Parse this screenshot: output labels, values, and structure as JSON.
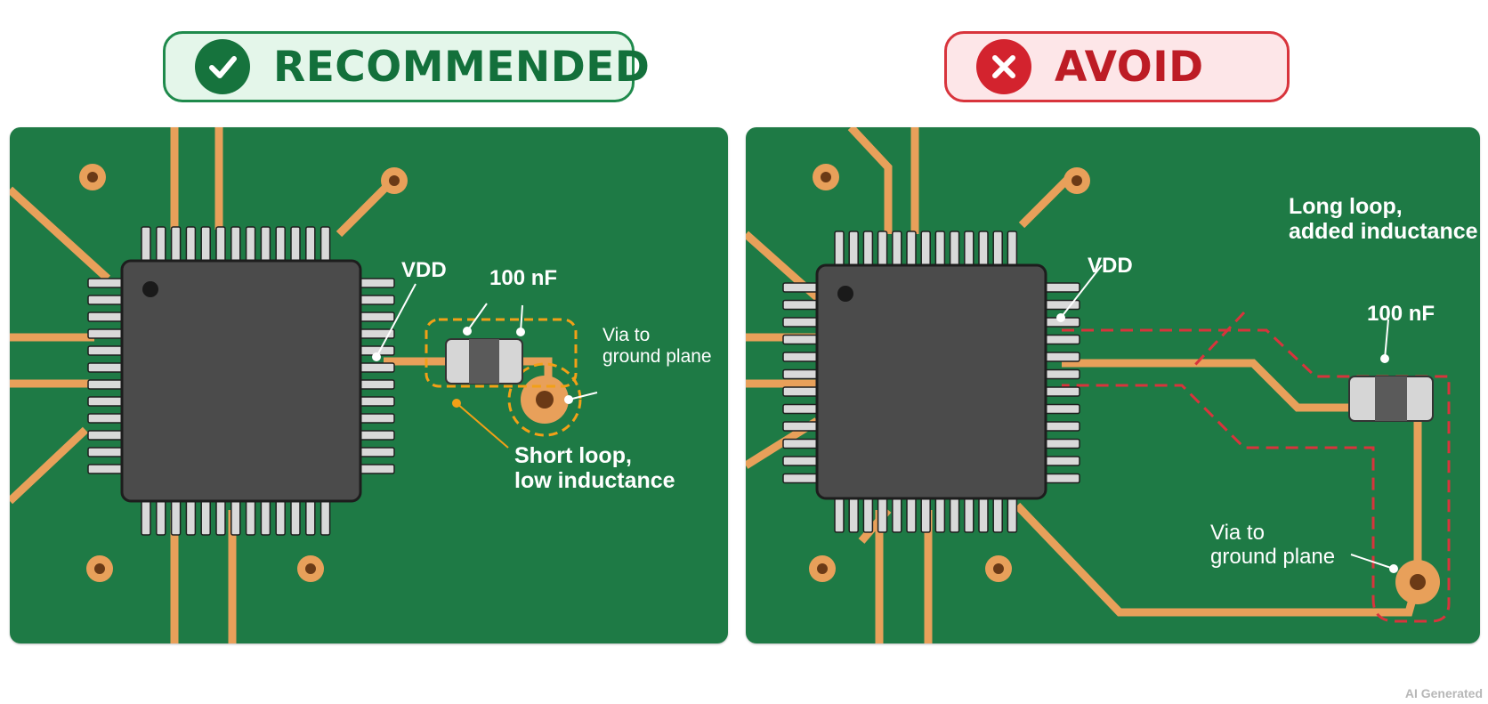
{
  "recommended": {
    "badge_label": "RECOMMENDED",
    "badge_icon": "check-icon",
    "vdd": "VDD",
    "capacitor": "100 nF",
    "via_line1": "Via to",
    "via_line2": "ground plane",
    "loop_line1": "Short loop,",
    "loop_line2": "low inductance"
  },
  "avoid": {
    "badge_label": "AVOID",
    "badge_icon": "x-icon",
    "vdd": "VDD",
    "capacitor": "100 nF",
    "loop_line1": "Long loop,",
    "loop_line2": "added inductance",
    "via_line1": "Via to",
    "via_line2": "ground plane"
  },
  "footer": "AI Generated",
  "colors": {
    "board": "#1e7a45",
    "trace": "#e8a05a",
    "chip": "#4b4b4b",
    "good": "#16733d",
    "bad": "#d3232e",
    "good_loop": "#f2a017",
    "bad_loop": "#d8343c"
  }
}
